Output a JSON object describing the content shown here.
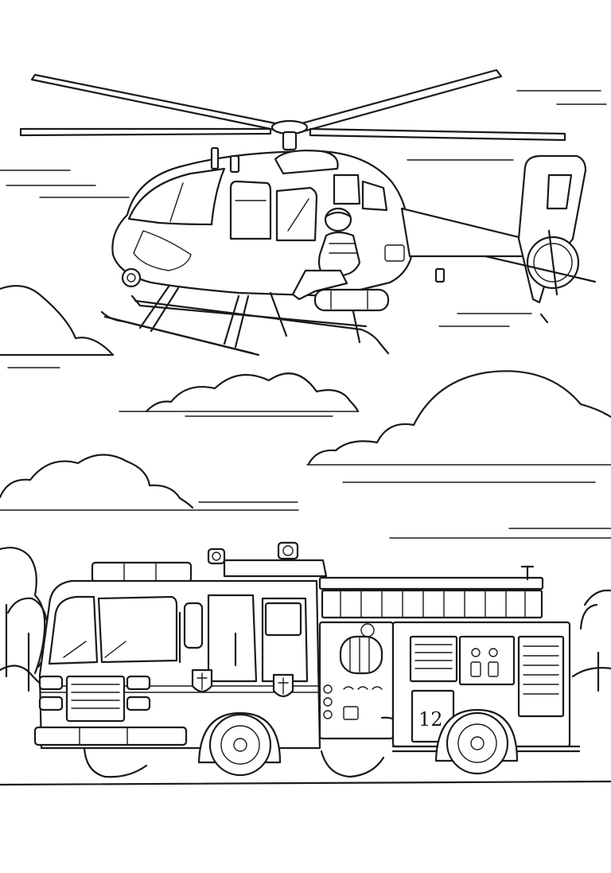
{
  "scene": {
    "background": "#ffffff",
    "ink": "#1a1a1a",
    "objects": [
      "helicopter",
      "pilot",
      "fire-truck",
      "clouds",
      "trees",
      "speed-lines",
      "ground-line"
    ]
  },
  "fire_truck": {
    "unit_number": "12",
    "body_icons": [
      "shield-icon",
      "shield-icon"
    ]
  }
}
